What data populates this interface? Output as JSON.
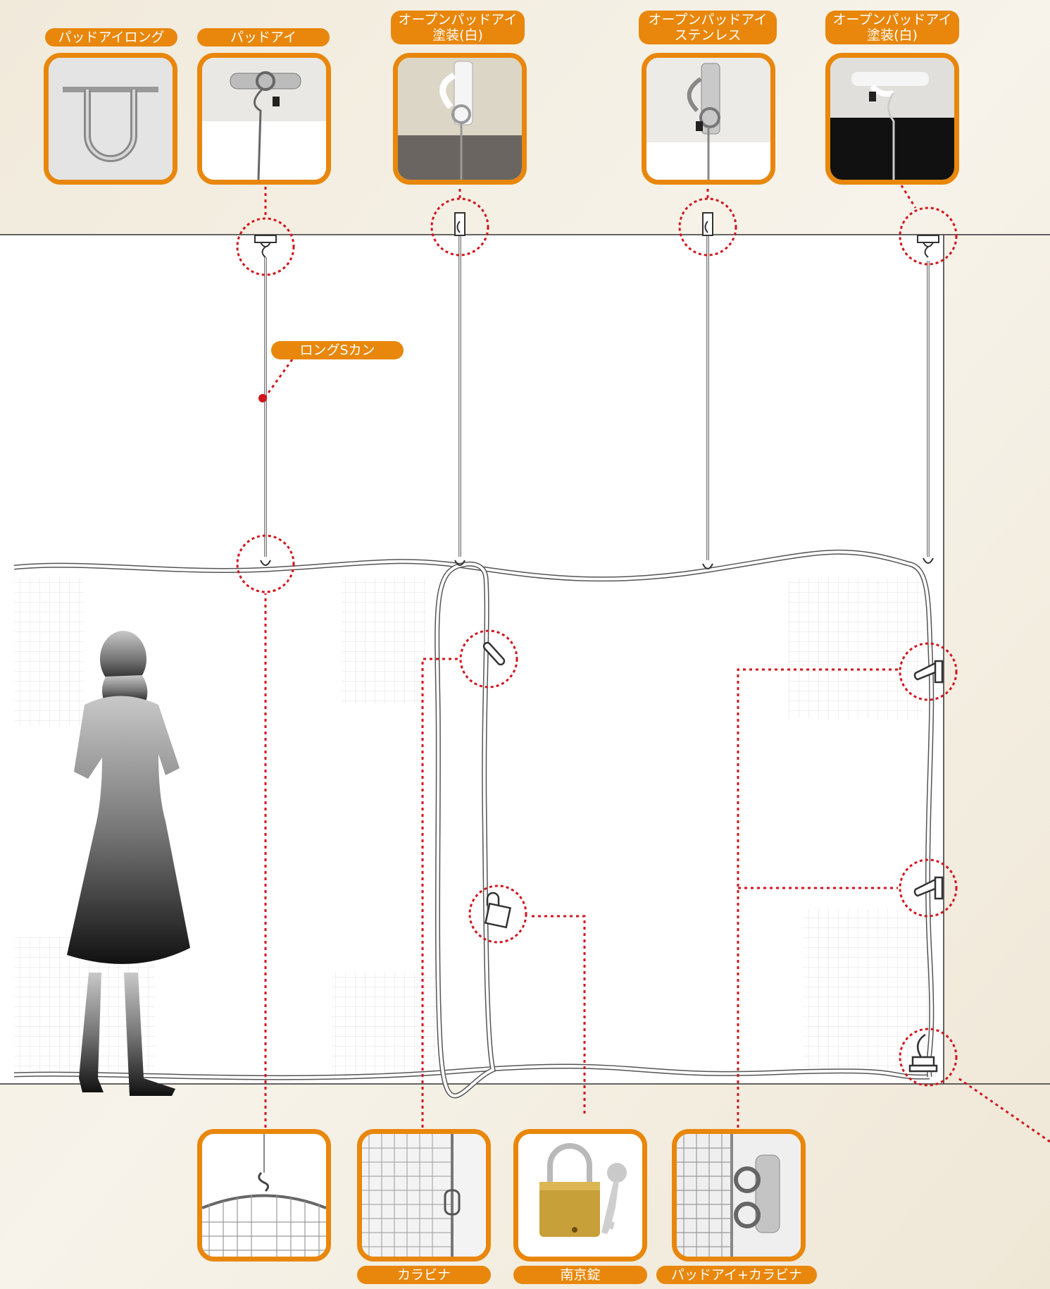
{
  "colors": {
    "accent": "#e8870b",
    "marker": "#d0161e",
    "wall": "#f5f0e6"
  },
  "labels": {
    "pad_eye_long": "パッドアイロング",
    "pad_eye": "パッドアイ",
    "open_pad_eye_white_1": "オープンパッドアイ\n塗装(白)",
    "open_pad_eye_stainless": "オープンパッドアイ\nステンレス",
    "open_pad_eye_white_2": "オープンパッドアイ\n塗装(白)",
    "long_s_kan": "ロングSカン",
    "carabiner": "カラビナ",
    "padlock": "南京錠",
    "pad_eye_carabiner": "パッドアイ+カラビナ"
  }
}
